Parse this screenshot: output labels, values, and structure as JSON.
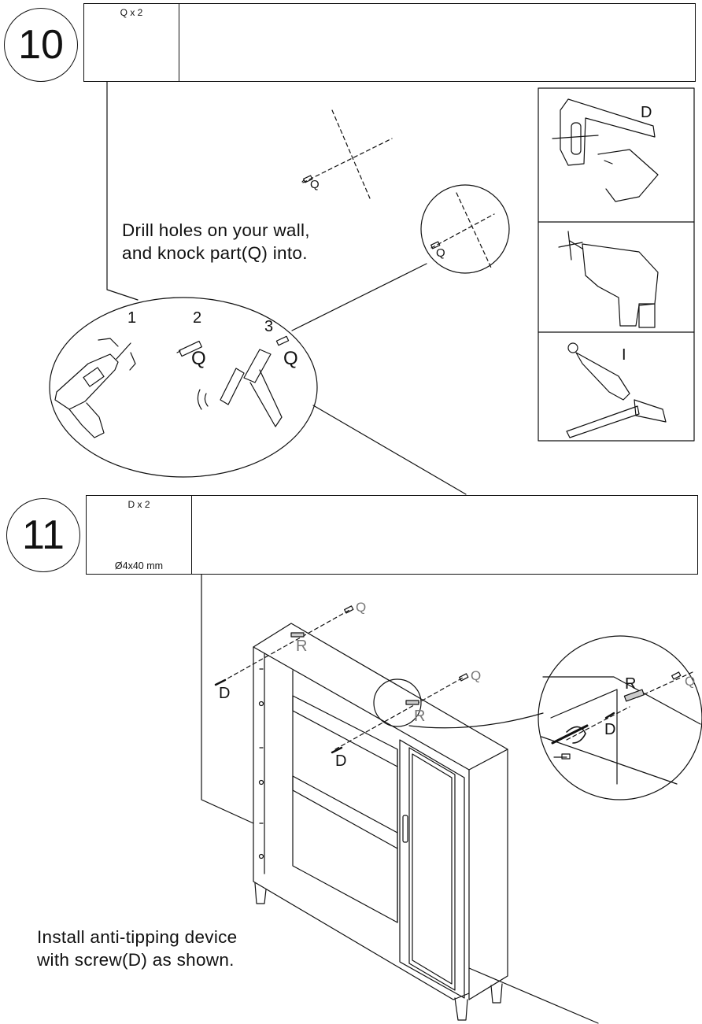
{
  "step10": {
    "number": "10",
    "part_label": "Q x 2",
    "instruction_line1": "Drill holes on your wall,",
    "instruction_line2": "and knock part(Q) into.",
    "marker_q": "Q",
    "sub_labels": [
      "1",
      "2",
      "3"
    ],
    "detail_label_d": "D",
    "detail_label_i": "I",
    "tool_icons": [
      "pencil-icon",
      "cordless-drill-icon",
      "hammer-icon"
    ]
  },
  "step11": {
    "number": "11",
    "part_label": "D x 2",
    "part_size": "Ø4x40 mm",
    "instruction_line1": "Install anti-tipping device",
    "instruction_line2": "with screw(D) as shown.",
    "marker_d": "D",
    "marker_r": "R",
    "marker_q": "Q",
    "tool_icons": [
      "screwdriver-icon",
      "phillips-head-icon"
    ]
  }
}
